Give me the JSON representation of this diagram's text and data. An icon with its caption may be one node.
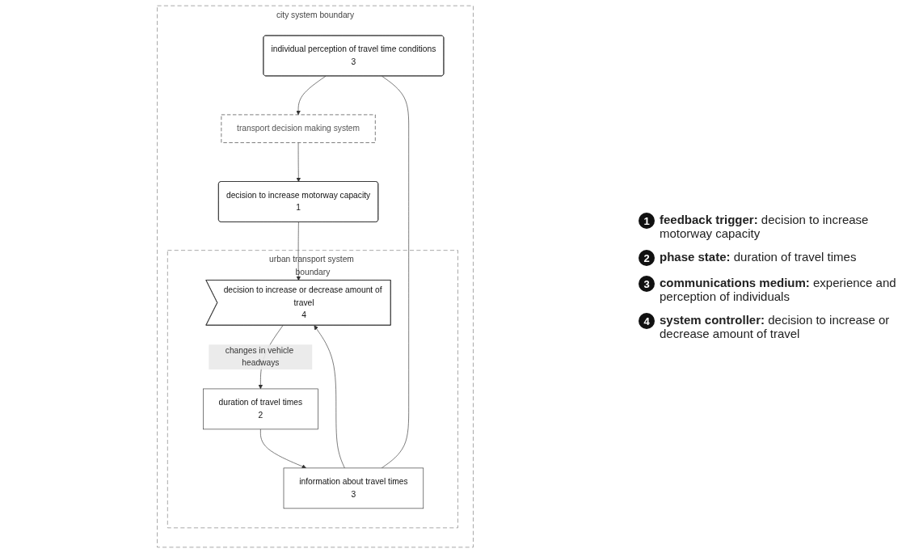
{
  "diagram": {
    "nodes": [
      {
        "text": [
          "city system boundary"
        ]
      },
      {
        "text": [
          "transport decision making system"
        ],
        "in": 0
      },
      {
        "text": [
          "individual perception of travel time conditions",
          "3"
        ],
        "in": 0
      },
      {
        "text": [
          "decision to increase motorway capacity",
          "1"
        ],
        "in": 0
      },
      {
        "text": [
          "urban transport system boundary"
        ],
        "in": 0
      },
      {
        "text": [
          "decision to increase or decrease amount of travel",
          "4"
        ],
        "in": 4
      },
      {
        "text": [
          "information about travel times",
          "3"
        ],
        "in": 4
      },
      {
        "text": [
          "duration of travel times",
          "2"
        ],
        "in": 4
      }
    ],
    "edges": [
      {
        "from": 2,
        "to": 1,
        "arrow": "to"
      },
      {
        "from": 1,
        "to": 3,
        "arrow": "to"
      },
      {
        "from": 3,
        "to": 5,
        "arrow": "to"
      },
      {
        "from": 5,
        "to": 7,
        "label": "changes in vehicle headways",
        "arrow": "to"
      },
      {
        "from": 7,
        "to": 6,
        "arrow": "to"
      },
      {
        "from": 6,
        "to": 5,
        "arrow": "to"
      },
      {
        "from": 2,
        "to": 6,
        "arrow": "none"
      }
    ],
    "labels": [
      "1",
      "2",
      "3",
      "4"
    ],
    "legend": [
      {
        "text": "**feedback trigger:** decision to increase motorway capacity"
      },
      {
        "text": "**phase state:** duration of travel times"
      },
      {
        "text": "**communications medium:** experience and perception of individuals"
      },
      {
        "text": "**system controller:** decision to increase or decrease amount of travel"
      }
    ]
  }
}
